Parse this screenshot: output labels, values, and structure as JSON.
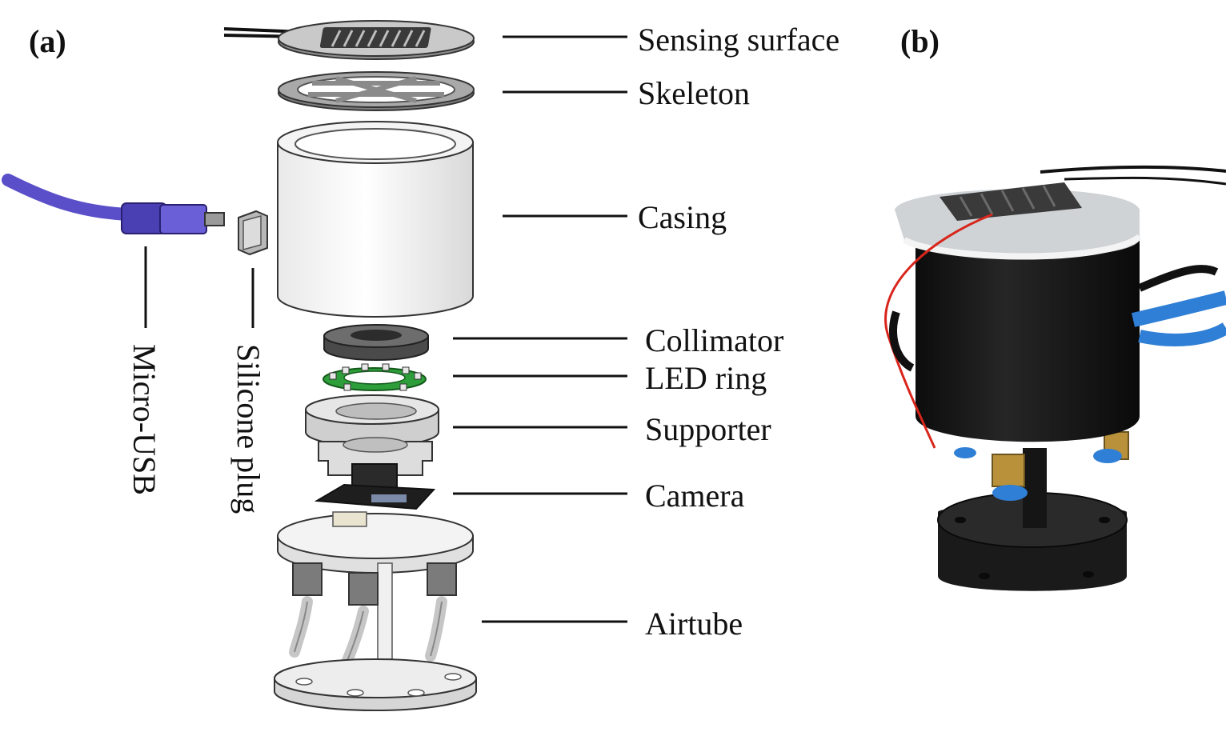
{
  "panels": {
    "a": "(a)",
    "b": "(b)"
  },
  "components": [
    "Sensing surface",
    "Skeleton",
    "Casing",
    "Collimator",
    "LED ring",
    "Supporter",
    "Camera",
    "Airtube"
  ],
  "side_parts": [
    "Micro-USB",
    "Silicone plug"
  ],
  "colors": {
    "usb_cable": "#5b4fc9",
    "led_ring": "#2e9e3a",
    "casing_photo": "#161616",
    "wire_red": "#d8261c",
    "tube_blue": "#2f7fd6",
    "brass": "#b8913a"
  }
}
